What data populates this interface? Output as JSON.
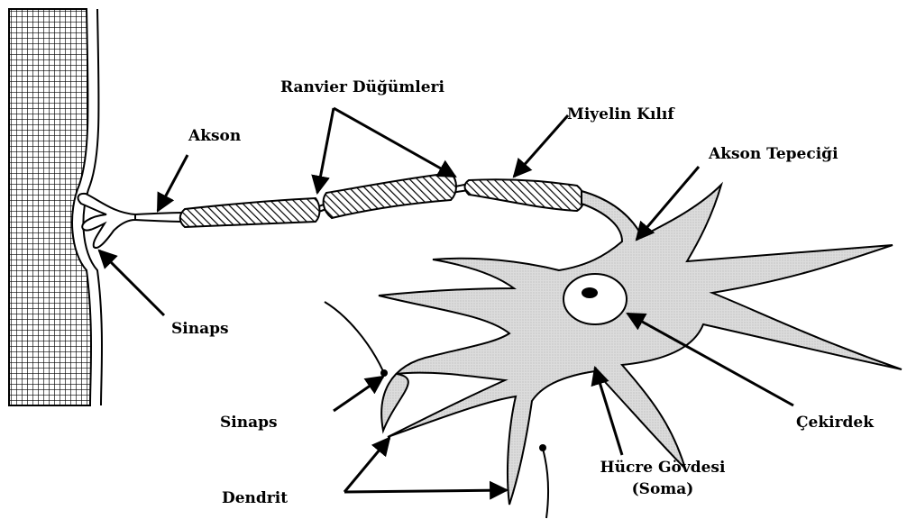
{
  "labels": {
    "ranvier": "Ranvier Düğümleri",
    "miyelin": "Miyelin Kılıf",
    "akson": "Akson",
    "akson_tepecigi": "Akson Tepeciği",
    "sinaps_top": "Sinaps",
    "sinaps_bottom": "Sinaps",
    "cekirdek": "Çekirdek",
    "hucre_govdesi": "Hücre Gövdesi",
    "soma": "(Soma)",
    "dendrit": "Dendrit"
  },
  "colors": {
    "soma_fill": "#d9d9d9",
    "outline": "#000000"
  }
}
